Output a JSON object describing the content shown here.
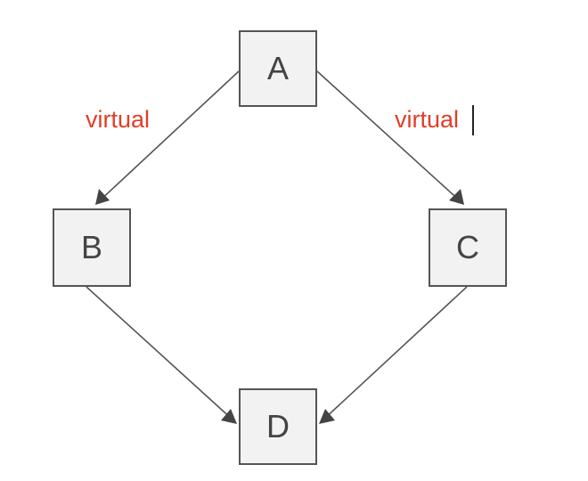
{
  "nodes": {
    "a": "A",
    "b": "B",
    "c": "C",
    "d": "D"
  },
  "edges": [
    {
      "from": "A",
      "to": "B",
      "label": "virtual"
    },
    {
      "from": "A",
      "to": "C",
      "label": "virtual"
    },
    {
      "from": "B",
      "to": "D",
      "label": ""
    },
    {
      "from": "C",
      "to": "D",
      "label": ""
    }
  ],
  "colors": {
    "edge_label": "#e23d28",
    "node_fill": "#f2f2f2",
    "node_border": "#555555",
    "arrow": "#555555"
  }
}
